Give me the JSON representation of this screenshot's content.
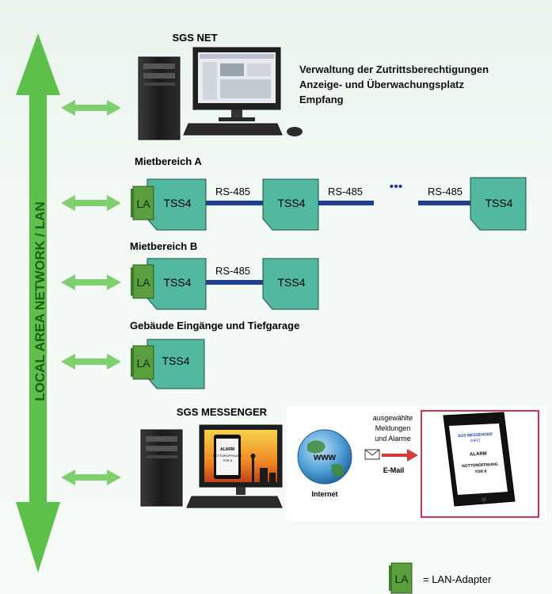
{
  "network_label": "LOCAL AREA NETWORK / LAN",
  "sgs_net": {
    "title": "SGS NET",
    "functions": [
      "Verwaltung der Zutrittsberechtigungen",
      "Anzeige- und Überwachungsplatz",
      "Empfang"
    ]
  },
  "sections": [
    {
      "title": "Mietbereich A"
    },
    {
      "title": "Mietbereich B"
    },
    {
      "title": "Gebäude Eingänge und Tiefgarage"
    }
  ],
  "device_label": "TSS4",
  "adapter_label": "LA",
  "bus_label": "RS-485",
  "ellipsis": "•••",
  "messenger": {
    "title": "SGS MESSENGER",
    "globe_label": "www",
    "internet_label": "Internet",
    "message_lines": [
      "ausgewählte",
      "Meldungen",
      "und Alarme"
    ],
    "email_label": "E-Mail",
    "phone_header": [
      "SGS MESSENGER",
      "INFO"
    ],
    "phone_alarm": "ALARM",
    "phone_detail": [
      "NOTTÜRÖFFNUNG",
      "TOR 8"
    ],
    "monitor_alarm": "ALARM",
    "monitor_detail": [
      "NOTTÜRÖFFNUNG",
      "TOR 8"
    ]
  },
  "legend": {
    "symbol": "LA",
    "text": "= LAN-Adapter"
  },
  "colors": {
    "arrow_green": "#5cc04a",
    "device_fill": "#52b9a0",
    "adapter_fill": "#5a9e3d",
    "bus_blue": "#1c3f99",
    "email_arrow": "#d63a3a",
    "phone_frame": "#d6324a"
  }
}
